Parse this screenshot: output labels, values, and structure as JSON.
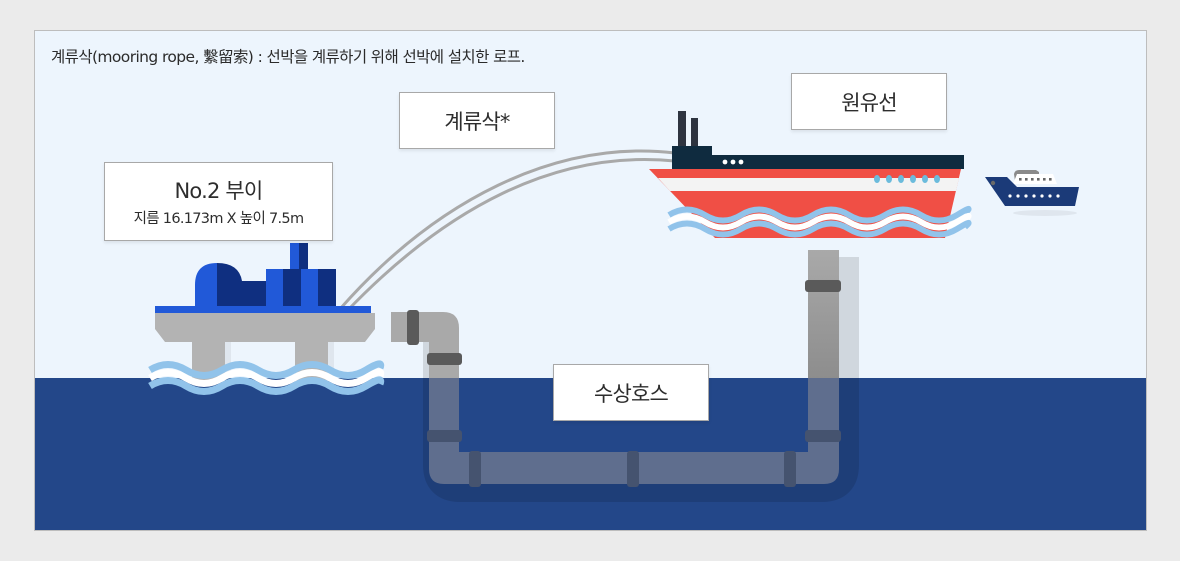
{
  "definition": "계류삭(mooring rope, 繫留索) : 선박을 계류하기 위해 선박에 설치한 로프.",
  "labels": {
    "buoy": {
      "title": "No.2 부이",
      "spec": "지름 16.173m X 높이 7.5m"
    },
    "mooring_rope": "계류삭*",
    "crude_carrier": "원유선",
    "floating_hose": "수상호스"
  },
  "colors": {
    "sky": "#edf5fd",
    "sea": "#234789",
    "buoy_blue": "#2159d8",
    "buoy_dark_blue": "#0f2f80",
    "platform_gray": "#b3b3b3",
    "rope_gray": "#a9a9a9",
    "tanker_hull_red": "#f04f45",
    "tanker_deck_navy": "#0f2b3f",
    "wave_light_blue": "#91c3ea",
    "pipe_gray": "#a6a6a6",
    "pipe_underwater": "#5f6e8e",
    "small_ship_navy": "#1b3a78"
  }
}
